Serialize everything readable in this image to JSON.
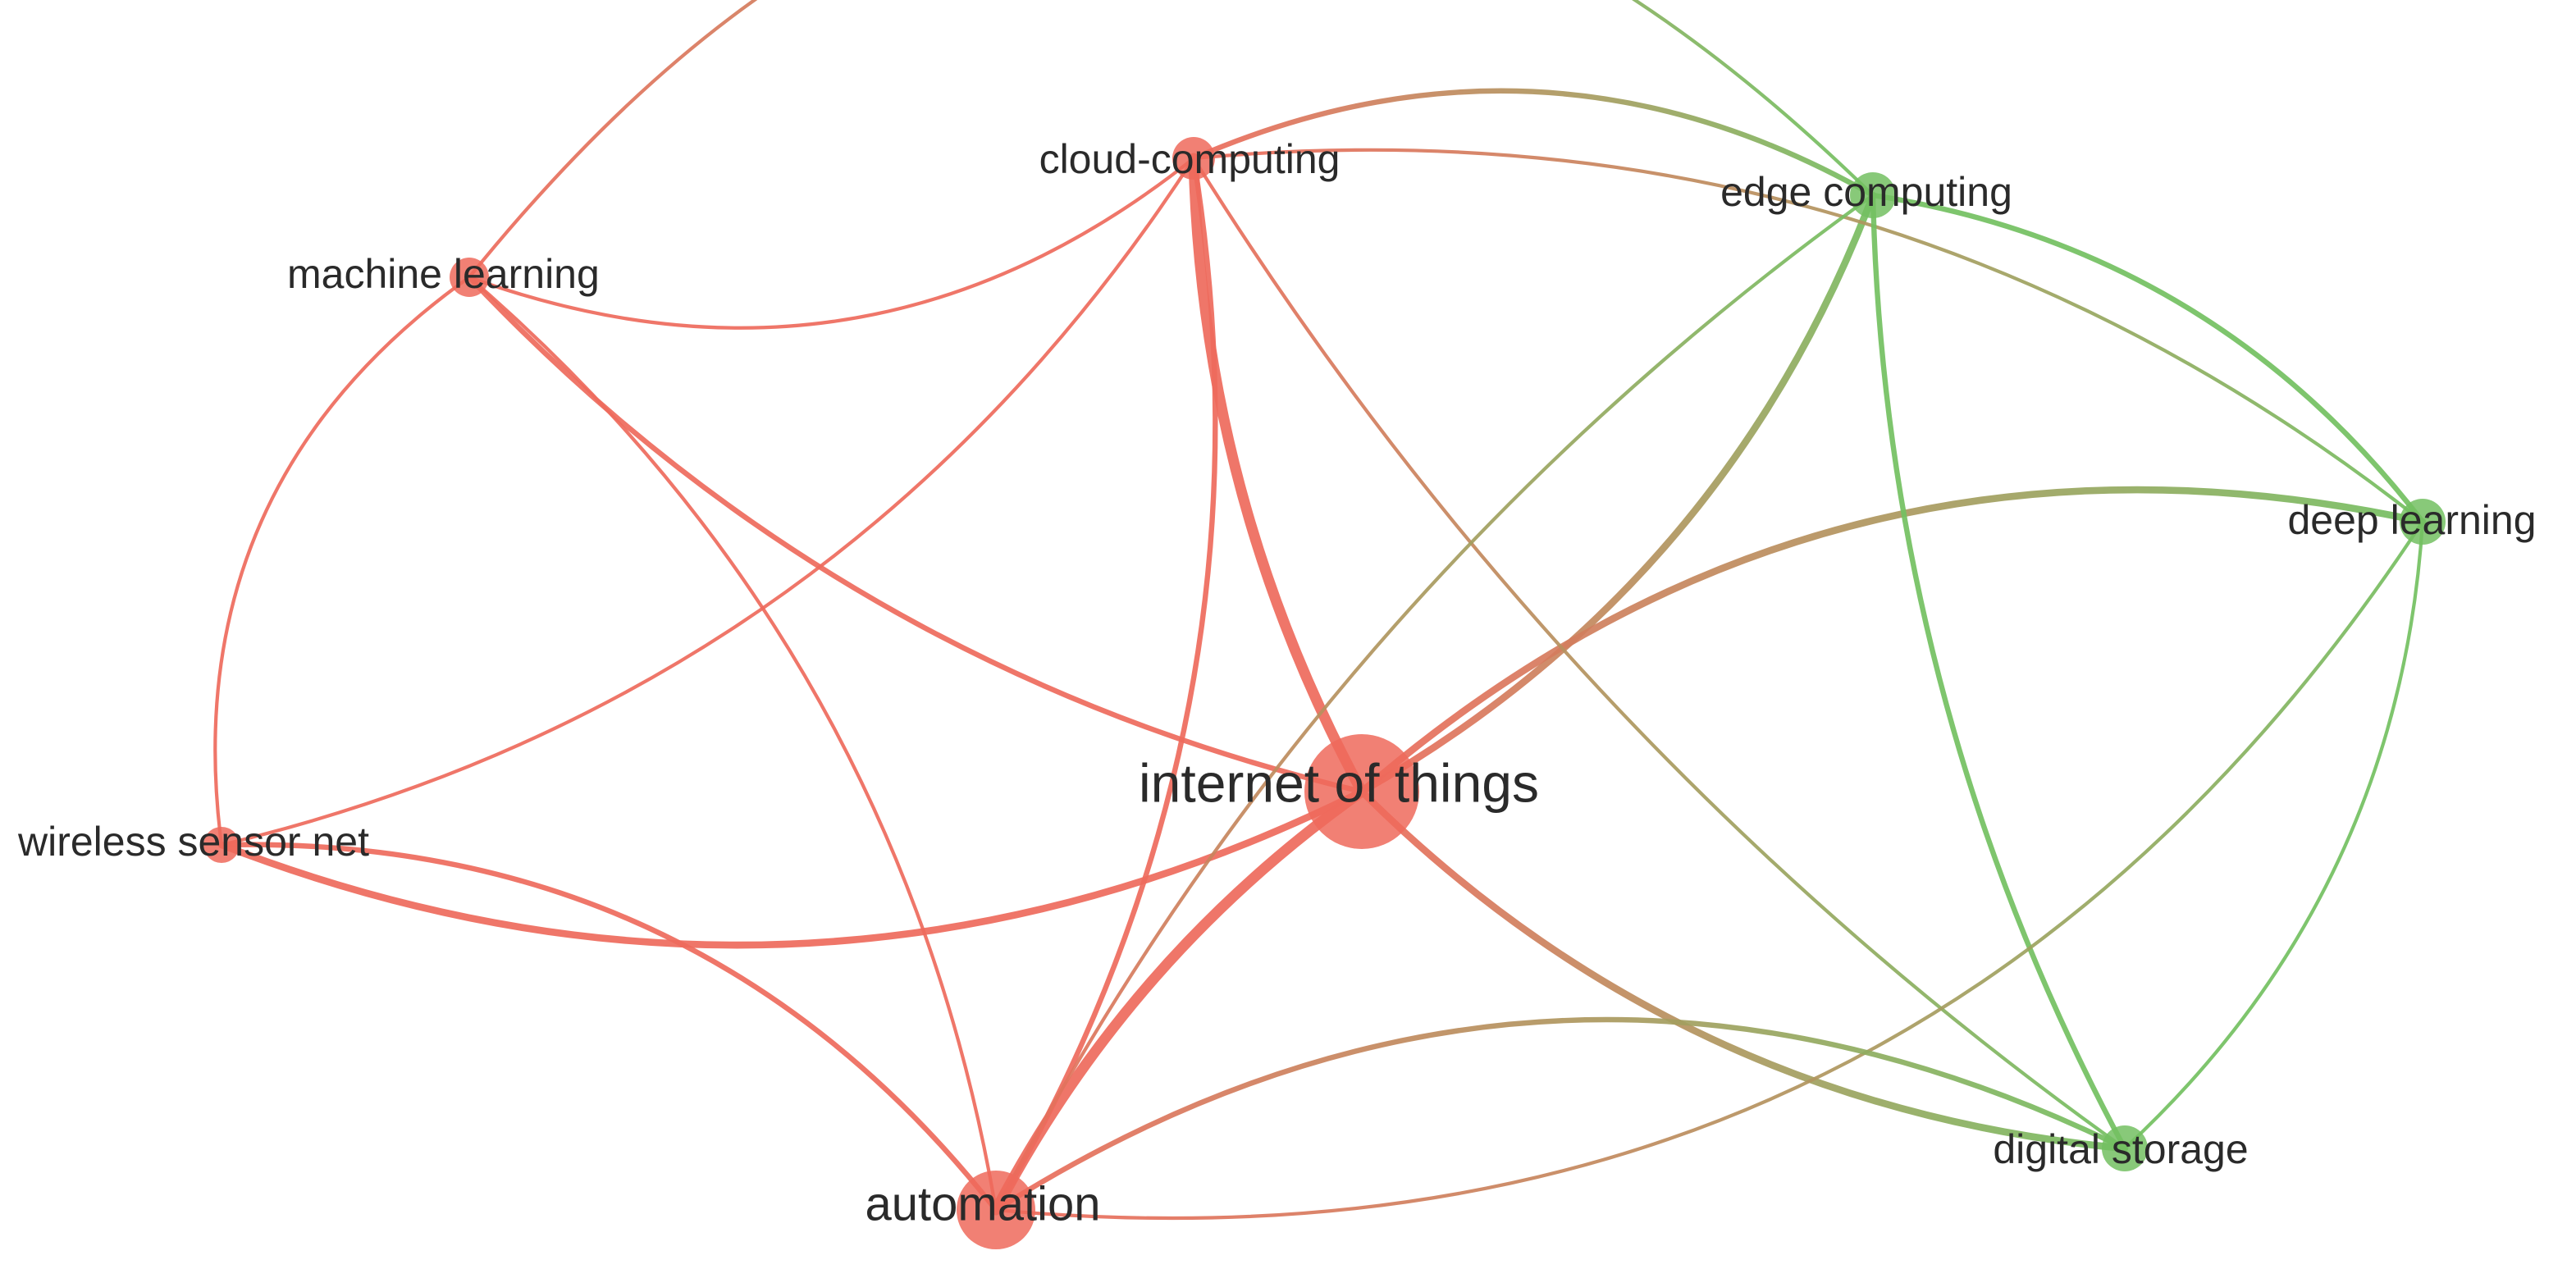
{
  "network": {
    "colors": {
      "red_cluster": "#ee6a5c",
      "green_cluster": "#73c061",
      "label": "#2a2a2a",
      "background": "#ffffff"
    },
    "nodes": [
      {
        "id": "iot",
        "label": "internet of things",
        "cluster": "red_cluster",
        "weight": 5
      },
      {
        "id": "cloud",
        "label": "cloud-computing",
        "cluster": "red_cluster",
        "weight": 2
      },
      {
        "id": "ml",
        "label": "machine learning",
        "cluster": "red_cluster",
        "weight": 2
      },
      {
        "id": "wsn",
        "label": "wireless sensor net",
        "cluster": "red_cluster",
        "weight": 2
      },
      {
        "id": "auto",
        "label": "automation",
        "cluster": "red_cluster",
        "weight": 4
      },
      {
        "id": "edge",
        "label": "edge computing",
        "cluster": "green_cluster",
        "weight": 2
      },
      {
        "id": "dl",
        "label": "deep learning",
        "cluster": "green_cluster",
        "weight": 2
      },
      {
        "id": "ds",
        "label": "digital storage",
        "cluster": "green_cluster",
        "weight": 2
      }
    ],
    "links": [
      {
        "source": "iot",
        "target": "cloud",
        "strength": 5
      },
      {
        "source": "iot",
        "target": "auto",
        "strength": 5
      },
      {
        "source": "iot",
        "target": "edge",
        "strength": 3
      },
      {
        "source": "iot",
        "target": "wsn",
        "strength": 3
      },
      {
        "source": "iot",
        "target": "ds",
        "strength": 3
      },
      {
        "source": "iot",
        "target": "dl",
        "strength": 3
      },
      {
        "source": "iot",
        "target": "ml",
        "strength": 2
      },
      {
        "source": "cloud",
        "target": "auto",
        "strength": 2
      },
      {
        "source": "cloud",
        "target": "ml",
        "strength": 1
      },
      {
        "source": "cloud",
        "target": "wsn",
        "strength": 1
      },
      {
        "source": "cloud",
        "target": "edge",
        "strength": 2
      },
      {
        "source": "cloud",
        "target": "ds",
        "strength": 1
      },
      {
        "source": "cloud",
        "target": "dl",
        "strength": 1
      },
      {
        "source": "ml",
        "target": "auto",
        "strength": 1
      },
      {
        "source": "ml",
        "target": "wsn",
        "strength": 1
      },
      {
        "source": "ml",
        "target": "edge",
        "strength": 1
      },
      {
        "source": "wsn",
        "target": "auto",
        "strength": 2
      },
      {
        "source": "edge",
        "target": "dl",
        "strength": 2
      },
      {
        "source": "edge",
        "target": "ds",
        "strength": 2
      },
      {
        "source": "edge",
        "target": "auto",
        "strength": 1
      },
      {
        "source": "dl",
        "target": "ds",
        "strength": 1
      },
      {
        "source": "dl",
        "target": "auto",
        "strength": 1
      },
      {
        "source": "auto",
        "target": "ds",
        "strength": 2
      }
    ]
  }
}
